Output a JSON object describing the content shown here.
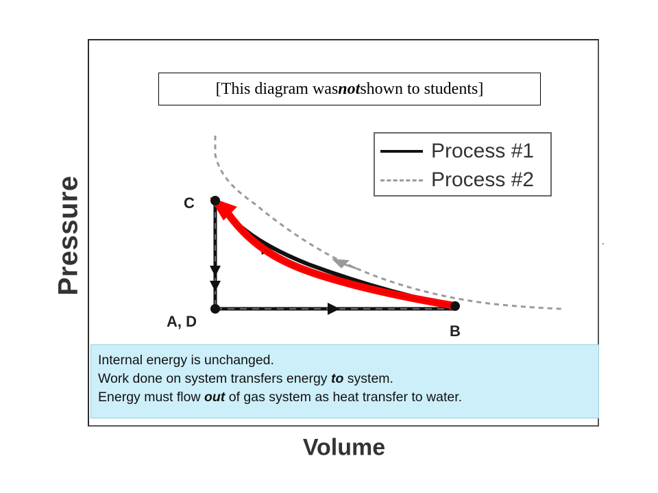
{
  "diagram": {
    "y_axis_label": "Pressure",
    "x_axis_label": "Volume",
    "note": {
      "before": "[This diagram was ",
      "emphasis": "not",
      "after": " shown to students]"
    },
    "legend": [
      {
        "label": "Process #1",
        "style": "solid",
        "color": "#111111"
      },
      {
        "label": "Process #2",
        "style": "dashed",
        "color": "#9a9a9a"
      }
    ],
    "points": {
      "c": "C",
      "ad": "A, D",
      "b": "B"
    },
    "highlight_color": "#ff0000"
  },
  "info": {
    "line1": "Internal energy is unchanged.",
    "line2": {
      "before": "Work done on system transfers energy ",
      "emphasis": "to",
      "after": " system."
    },
    "line3": {
      "before": "Energy must flow ",
      "emphasis": "out",
      "after": " of gas system as heat transfer to water."
    }
  }
}
